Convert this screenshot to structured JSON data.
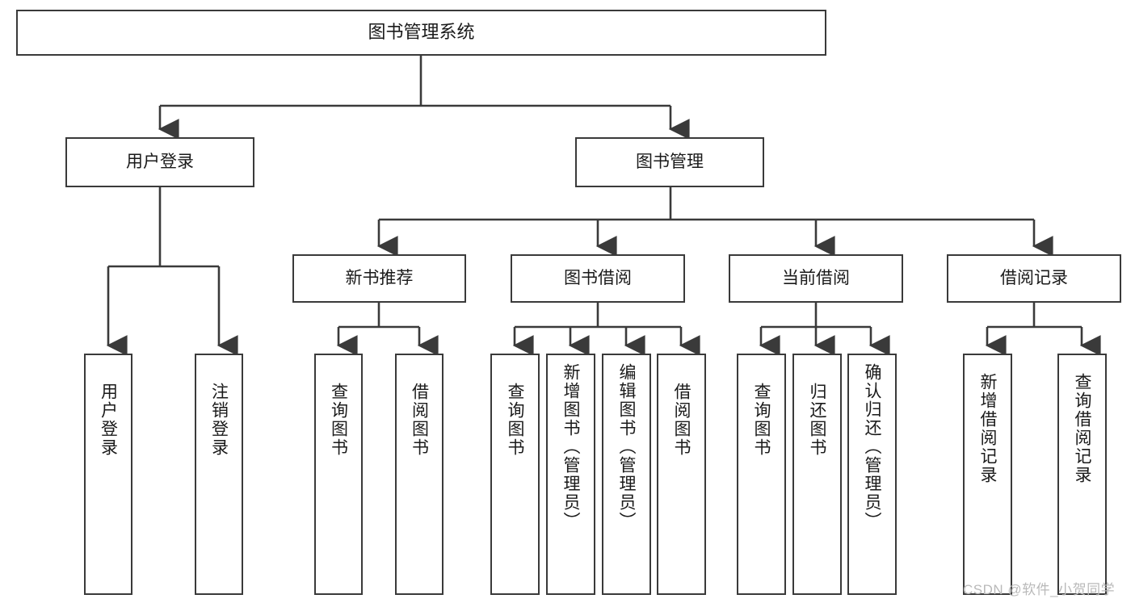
{
  "diagram": {
    "title": "图书管理系统",
    "watermark": "CSDN @软件_小贺同学",
    "colors": {
      "stroke": "#3a3a3a",
      "fill": "#ffffff",
      "text": "#1a1a1a",
      "watermark": "#b9b9b9"
    },
    "nodes": {
      "root": {
        "label": "图书管理系统"
      },
      "level2": [
        {
          "id": "user-login",
          "label": "用户登录"
        },
        {
          "id": "book-management",
          "label": "图书管理"
        }
      ],
      "level3": [
        {
          "id": "new-book-recommend",
          "label": "新书推荐"
        },
        {
          "id": "book-borrow",
          "label": "图书借阅"
        },
        {
          "id": "current-borrow",
          "label": "当前借阅"
        },
        {
          "id": "borrow-record",
          "label": "借阅记录"
        }
      ],
      "leaves": [
        {
          "id": "leaf-user-login",
          "label": "用户登录",
          "parent": "user-login"
        },
        {
          "id": "leaf-user-logout",
          "label": "注销登录",
          "parent": "user-login"
        },
        {
          "id": "leaf-query-book-1",
          "label": "查询图书",
          "parent": "new-book-recommend"
        },
        {
          "id": "leaf-borrow-book-1",
          "label": "借阅图书",
          "parent": "new-book-recommend"
        },
        {
          "id": "leaf-query-book-2",
          "label": "查询图书",
          "parent": "book-borrow"
        },
        {
          "id": "leaf-add-book",
          "label": "新增图书（管理员）",
          "parent": "book-borrow"
        },
        {
          "id": "leaf-edit-book",
          "label": "编辑图书（管理员）",
          "parent": "book-borrow"
        },
        {
          "id": "leaf-borrow-book-2",
          "label": "借阅图书",
          "parent": "book-borrow"
        },
        {
          "id": "leaf-query-book-3",
          "label": "查询图书",
          "parent": "current-borrow"
        },
        {
          "id": "leaf-return-book",
          "label": "归还图书",
          "parent": "current-borrow"
        },
        {
          "id": "leaf-confirm-return",
          "label": "确认归还（管理员）",
          "parent": "current-borrow"
        },
        {
          "id": "leaf-add-record",
          "label": "新增借阅记录",
          "parent": "borrow-record"
        },
        {
          "id": "leaf-query-record",
          "label": "查询借阅记录",
          "parent": "borrow-record"
        }
      ]
    }
  }
}
